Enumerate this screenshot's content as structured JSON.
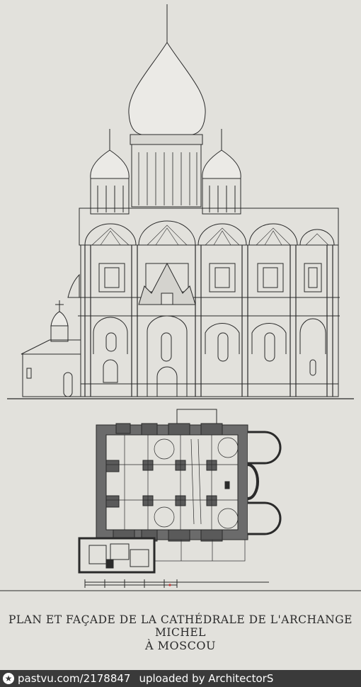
{
  "caption": {
    "line1": "PLAN ET FAÇADE DE LA CATHÉDRALE DE L'ARCHANGE MICHEL",
    "line2": "À MOSCOU"
  },
  "footer": {
    "url": "pastvu.com/2178847",
    "uploader": "uploaded by ArchitectorS"
  },
  "colors": {
    "paper": "#e2e1dc",
    "ink": "#2a2a2a",
    "footer_bg": "#3a3a3a"
  },
  "icons": [
    "star-icon"
  ]
}
